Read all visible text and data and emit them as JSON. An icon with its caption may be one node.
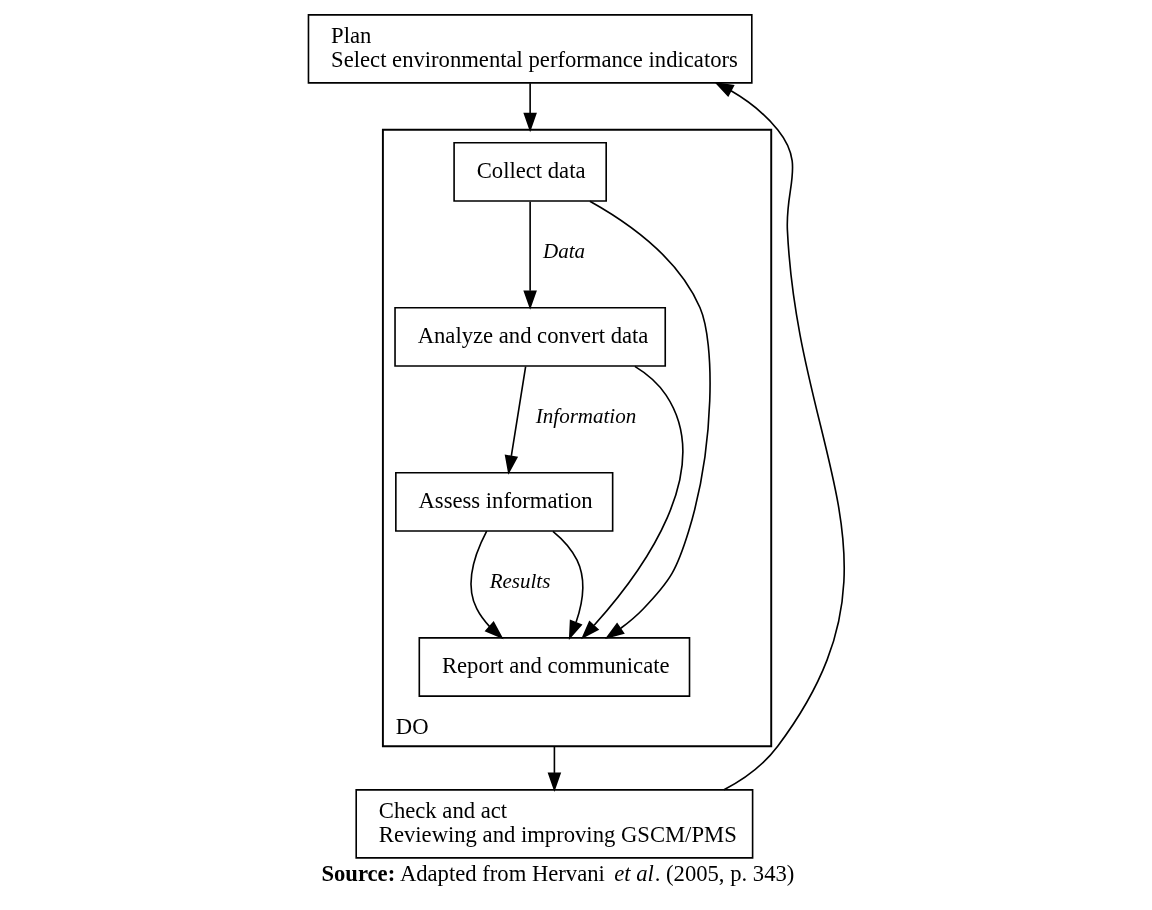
{
  "diagram": {
    "caption": "**Source:** Adapted from Hervani *et al*. (2005, p. 343)",
    "nodes": [
      {
        "text": [
          "Plan",
          "Select environmental performance indicators"
        ]
      },
      {
        "text": [
          "DO"
        ]
      },
      {
        "text": [
          "Collect data"
        ],
        "in": 1
      },
      {
        "text": [
          "Analyze and convert data"
        ],
        "in": 1
      },
      {
        "text": [
          "Assess information"
        ],
        "in": 1
      },
      {
        "text": [
          "Report and communicate"
        ],
        "in": 1
      },
      {
        "text": [
          "Check and act",
          "Reviewing and improving GSCM/PMS"
        ]
      }
    ],
    "edges": [
      {
        "from": 0,
        "to": 1,
        "arrow": "to"
      },
      {
        "from": 2,
        "to": 3,
        "arrow": "to",
        "label": "Data"
      },
      {
        "from": 3,
        "to": 4,
        "arrow": "to",
        "label": "Information"
      },
      {
        "from": 4,
        "to": 5,
        "arrow": "to",
        "label": "Results"
      },
      {
        "from": 2,
        "to": 5,
        "arrow": "to"
      },
      {
        "from": 3,
        "to": 5,
        "arrow": "to"
      },
      {
        "from": 4,
        "to": 5,
        "arrow": "to"
      },
      {
        "from": 1,
        "to": 6,
        "arrow": "to"
      },
      {
        "from": 6,
        "to": 0,
        "arrow": "to"
      }
    ]
  }
}
